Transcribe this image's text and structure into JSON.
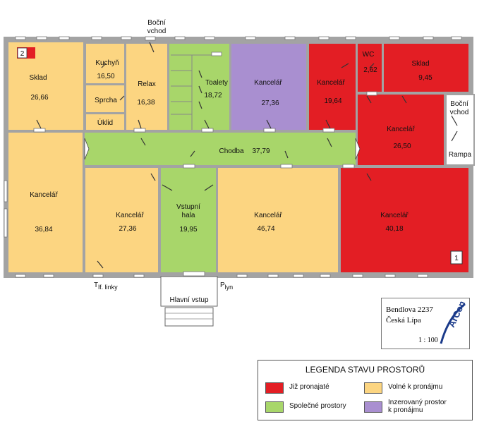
{
  "colors": {
    "rented": "#e31e24",
    "available": "#fcd581",
    "shared": "#a8d66a",
    "advertised": "#a98fd0",
    "wall": "#a3a3a3",
    "marker": "#e31e24"
  },
  "rooms": {
    "sklad_left": {
      "name": "Sklad",
      "area": "26,66"
    },
    "kuchyn": {
      "name": "Kuchyň",
      "area": "16,50"
    },
    "sprcha": {
      "name": "Sprcha"
    },
    "uklid": {
      "name": "Úklid"
    },
    "relax": {
      "name": "Relax",
      "area": "16,38"
    },
    "toalety": {
      "name": "Toalety",
      "area": "18,72"
    },
    "kancelar_purple": {
      "name": "Kancelář",
      "area": "27,36"
    },
    "kancelar_top_red": {
      "name": "Kancelář",
      "area": "19,64"
    },
    "wc": {
      "name": "WC",
      "area": "2,62"
    },
    "sklad_right": {
      "name": "Sklad",
      "area": "9,45"
    },
    "kancelar_red_mid": {
      "name": "Kancelář",
      "area": "26,50"
    },
    "chodba": {
      "name": "Chodba",
      "area": "37,79"
    },
    "kancelar_left_big": {
      "name": "Kancelář",
      "area": "36,84"
    },
    "kancelar_bottom_a": {
      "name": "Kancelář",
      "area": "27,36"
    },
    "vstupni_hala": {
      "name_line1": "Vstupní",
      "name_line2": "hala",
      "area": "19,95"
    },
    "kancelar_bottom_b": {
      "name": "Kancelář",
      "area": "46,74"
    },
    "kancelar_bottom_red": {
      "name": "Kancelář",
      "area": "40,18"
    }
  },
  "markers": {
    "floor_2": "2",
    "floor_1": "1"
  },
  "labels": {
    "bocni_vchod_top": {
      "line1": "Boční",
      "line2": "vchod"
    },
    "bocni_vchod_right": {
      "line1": "Boční",
      "line2": "vchod"
    },
    "rampa": "Rampa",
    "tlf_linky": {
      "main": "T",
      "sub": "lf. linky"
    },
    "plyn": {
      "main": "P",
      "sub": "lyn"
    },
    "hlavni_vstup": "Hlavní vstup"
  },
  "title_block": {
    "street": "Bendlova 2237",
    "city": "Česká Lípa",
    "scale": "1 : 100",
    "logo": "ArCon"
  },
  "legend": {
    "title": "LEGENDA STAVU PROSTORŮ",
    "items": [
      {
        "label": "Již pronajaté",
        "color": "#e31e24"
      },
      {
        "label": "Volné k pronájmu",
        "color": "#fcd581"
      },
      {
        "label": "Společné prostory",
        "color": "#a8d66a"
      },
      {
        "label_line1": "Inzerovaný prostor",
        "label_line2": "k pronájmu",
        "color": "#a98fd0"
      }
    ]
  }
}
